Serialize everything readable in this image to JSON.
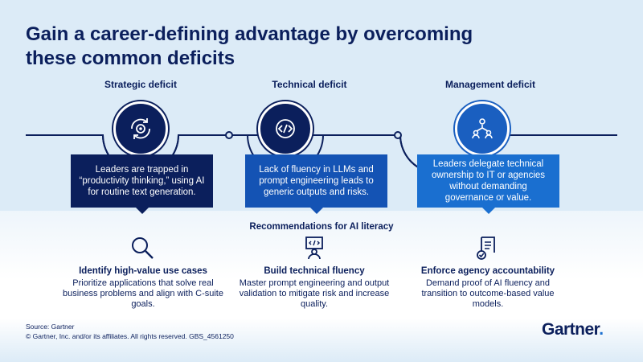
{
  "title": "Gain a career-defining advantage by overcoming these common deficits",
  "deficits": [
    {
      "label": "Strategic deficit",
      "icon": "gear-refresh-icon",
      "text": "Leaders are trapped in “productivity thinking,” using AI for routine text generation."
    },
    {
      "label": "Technical deficit",
      "icon": "code-icon",
      "text": "Lack of fluency in LLMs and prompt engineering leads to generic outputs and risks."
    },
    {
      "label": "Management deficit",
      "icon": "delegation-icon",
      "text": "Leaders delegate technical ownership to IT or agencies without demanding governance or value."
    }
  ],
  "recommendations_heading": "Recommendations for AI literacy",
  "recommendations": [
    {
      "icon": "magnifier-icon",
      "title": "Identify high-value use cases",
      "body": "Prioritize applications that solve real business problems and align with C-suite goals."
    },
    {
      "icon": "developer-icon",
      "title": "Build technical fluency",
      "body": "Master prompt engineering and output validation to mitigate risk and increase quality."
    },
    {
      "icon": "document-check-icon",
      "title": "Enforce agency accountability",
      "body": "Demand proof of AI fluency and transition to outcome-based value models."
    }
  ],
  "footer": {
    "source": "Source: Gartner",
    "copyright": "© Gartner, Inc. and/or its affiliates. All rights reserved. GBS_4561250"
  },
  "logo": {
    "text": "Gartner",
    "dot": "."
  },
  "colors": {
    "navy": "#0b1f5c",
    "blue_mid": "#1453b4",
    "blue_light": "#1a6fd0",
    "background": "#dcebf7"
  }
}
